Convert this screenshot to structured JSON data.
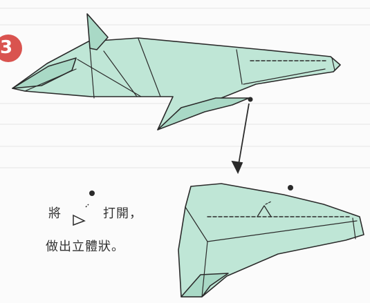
{
  "diagram": {
    "step_number": "3",
    "instruction": {
      "line1_before": "將",
      "line1_after": "打開，",
      "line2": "做出立體狀。"
    },
    "colors": {
      "paper": "#bfe6d6",
      "paper_shade": "#a9d9c6",
      "outline": "#2a2a2a",
      "step_badge": "#d9534f",
      "guide_lines": "#e2e2e2"
    }
  }
}
